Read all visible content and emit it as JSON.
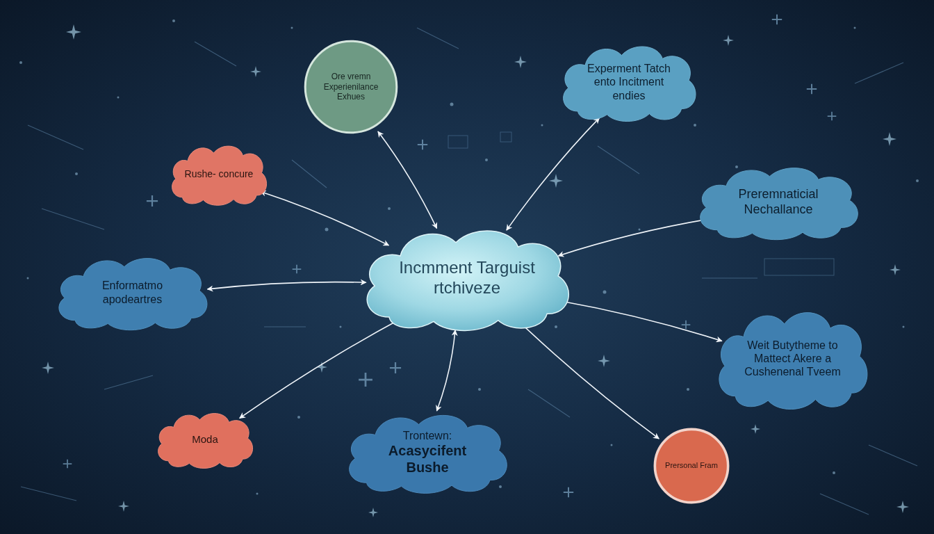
{
  "diagram": {
    "nodes": [
      {
        "text": [
          "Ore vremn Experienilance Exhues"
        ]
      },
      {
        "text": [
          "Experment Tatch ento Incitment endies"
        ]
      },
      {
        "text": [
          "Rushe- concure"
        ]
      },
      {
        "text": [
          "Preremnaticial Nechallance"
        ]
      },
      {
        "text": [
          "Enformatmo apodeartres"
        ]
      },
      {
        "text": [
          "Incmment Targuist rtchiveze"
        ]
      },
      {
        "text": [
          "Weit Butytheme to Mattect Akere a Cushenenal Tveem"
        ]
      },
      {
        "text": [
          "Moda"
        ]
      },
      {
        "text": [
          "Trontewn:",
          "Acasycifent Bushe"
        ]
      },
      {
        "text": [
          "Prersonal Fram"
        ]
      }
    ],
    "edges": [
      {
        "from": 5,
        "to": 0,
        "arrow": "both"
      },
      {
        "from": 5,
        "to": 1,
        "arrow": "both"
      },
      {
        "from": 5,
        "to": 2,
        "arrow": "both"
      },
      {
        "from": 5,
        "to": 3,
        "arrow": "both"
      },
      {
        "from": 5,
        "to": 4,
        "arrow": "both"
      },
      {
        "from": 5,
        "to": 6,
        "arrow": "both"
      },
      {
        "from": 5,
        "to": 7,
        "arrow": "both"
      },
      {
        "from": 5,
        "to": 8,
        "arrow": "both"
      },
      {
        "from": 5,
        "to": 9,
        "arrow": "both"
      }
    ]
  }
}
